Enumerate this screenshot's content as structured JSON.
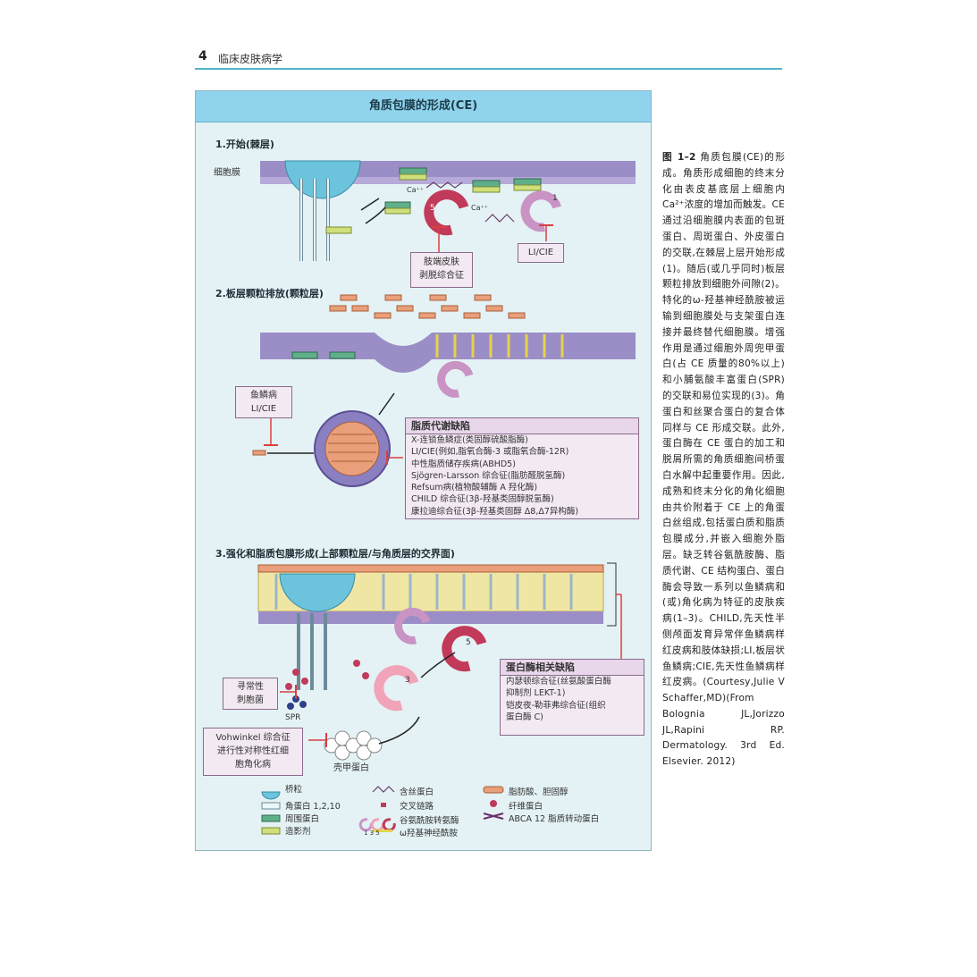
{
  "header": {
    "page_number": "4",
    "running_title": "临床皮肤病学"
  },
  "figure": {
    "title": "角质包膜的形成(CE)",
    "section1": {
      "label": "1.开始(棘层)",
      "cell_membrane": "细胞膜",
      "calcium": "Ca⁺⁺",
      "num5": "5",
      "num1": "1",
      "disease_box": [
        "肢端皮肤",
        "剥脱综合征"
      ],
      "li_cie": "LI/CIE"
    },
    "section2": {
      "label": "2.板层颗粒排放(颗粒层)",
      "box_ichthyosis": [
        "鱼鳞病",
        "LI/CIE"
      ],
      "lipid_box": {
        "title": "脂质代谢缺陷",
        "lines": [
          "X-连锁鱼鳞症(类固醇硫酸脂酶)",
          "LI/CIE(例如,脂氧合酶-3 或脂氧合酶-12R)",
          "中性脂质储存疾病(ABHD5)",
          "Sjögren-Larsson 综合征(脂肪醛脱氢酶)",
          "Refsum病(植物酸辅酶 A 羟化酶)",
          "CHILD 综合征(3β-羟基类固醇脱氢酶)",
          "康拉迪综合征(3β-羟基类固醇 Δ8,Δ7异构酶)"
        ]
      }
    },
    "section3": {
      "label": "3.强化和脂质包膜形成(上部颗粒层/与角质层的交界面)",
      "box_loricrin": [
        "寻常性",
        "刺胞菌"
      ],
      "spr": "SPR",
      "keratohyalin": "壳甲蛋白",
      "num5": "5",
      "num3": "3",
      "vohwinkel_box": [
        "Vohwinkel 综合征",
        "进行性对称性红细",
        "胞角化病"
      ],
      "protease_box": {
        "title": "蛋白酶相关缺陷",
        "lines": [
          "内瑟顿综合征(丝氨酸蛋白酶",
          "抑制剂 LEKT-1)",
          "铠皮夜-勒菲弗综合征(组织",
          "蛋白酶 C)"
        ]
      }
    },
    "legend": {
      "col1": [
        "桥粒",
        "角蛋白 1,2,10",
        "周围蛋白",
        "造影剂"
      ],
      "col2": [
        "含丝蛋白",
        "交叉链路",
        "谷氨酰胺转氨酶",
        "ω羟基神经酰胺"
      ],
      "col3": [
        "脂肪酸、胆固醇",
        "纤维蛋白",
        "ABCA 12 脂质转动蛋白"
      ],
      "tg_nums": "1  3  5"
    },
    "colors": {
      "title_bar": "#8fd3ec",
      "panel": "#e4f2f5",
      "membrane": "#9b8ec7",
      "desmosome": "#6cc3dc",
      "envoplakin": "#5fb08a",
      "lipid": "#e9a07a",
      "tgase": "#c23a5a",
      "inhibitor": "#d94040"
    }
  },
  "caption": {
    "lead": "图 1–2",
    "text": "角质包膜(CE)的形成。角质形成细胞的终末分化由表皮基底层上细胞内 Ca²⁺浓度的增加而触发。CE 通过沿细胞膜内表面的包斑蛋白、周斑蛋白、外皮蛋白的交联,在棘层上层开始形成(1)。随后(或几乎同时)板层颗粒排放到细胞外间隙(2)。特化的ω-羟基神经酰胺被运输到细胞膜处与支架蛋白连接并最终替代细胞膜。增强作用是通过细胞外周兜甲蛋白(占 CE 质量的80%以上)和小脯氨酸丰富蛋白(SPR)的交联和易位实现的(3)。角蛋白和丝聚合蛋白的复合体同样与 CE 形成交联。此外,蛋白酶在 CE 蛋白的加工和脱屑所需的角质细胞间桥蛋白水解中起重要作用。因此,成熟和终末分化的角化细胞由共价附着于 CE 上的角蛋白丝组成,包括蛋白质和脂质包膜成分,并嵌入细胞外脂层。缺乏转谷氨酰胺酶、脂质代谢、CE 结构蛋白、蛋白酶会导致一系列以鱼鳞病和(或)角化病为特征的皮肤疾病(1–3)。CHILD,先天性半侧颅面发育异常伴鱼鳞病样红皮病和肢体缺损;LI,板层状鱼鳞病;CIE,先天性鱼鳞病样红皮病。(Courtesy,Julie V Schaffer,MD)(From Bolognia JL,Jorizzo JL,Rapini RP. Dermatology. 3rd Ed. Elsevier. 2012)"
  }
}
